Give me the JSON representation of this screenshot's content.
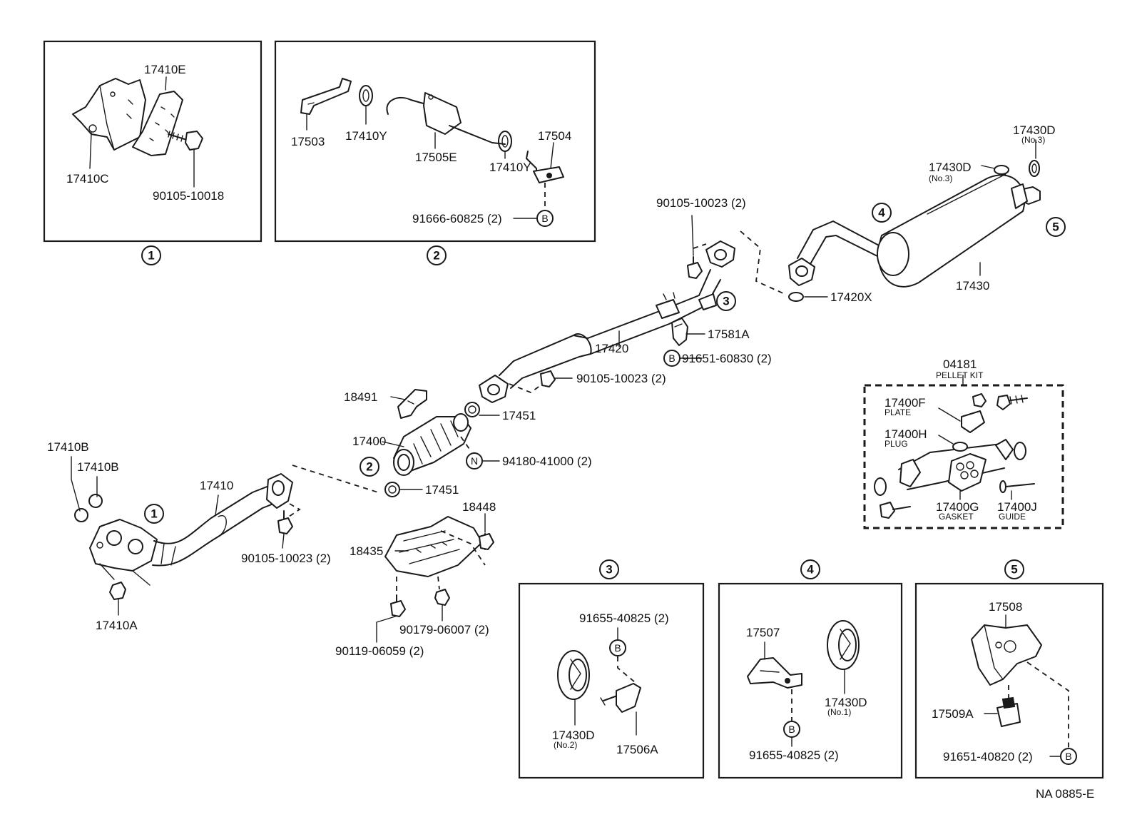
{
  "callouts": {
    "c1": "1",
    "c2": "2",
    "c3": "3",
    "c4": "4",
    "c5": "5",
    "b": "B",
    "n": "N"
  },
  "box1": {
    "p17410E": "17410E",
    "p17410C": "17410C",
    "p90105_10018": "90105-10018"
  },
  "box2": {
    "p17503": "17503",
    "p17410Y_a": "17410Y",
    "p17505E": "17505E",
    "p17504": "17504",
    "p17410Y_b": "17410Y",
    "p91666": "91666-60825 (2)"
  },
  "main": {
    "p17410B_a": "17410B",
    "p17410B_b": "17410B",
    "p17410": "17410",
    "p17410A": "17410A",
    "p90105_10023_a": "90105-10023 (2)",
    "p18491": "18491",
    "p17400": "17400",
    "p17451_a": "17451",
    "p17451_b": "17451",
    "p94180": "94180-41000 (2)",
    "p18448": "18448",
    "p18435": "18435",
    "p90179": "90179-06007 (2)",
    "p90119": "90119-06059 (2)",
    "p90105_10023_b": "90105-10023 (2)",
    "p17420": "17420",
    "p90105_10023_c": "90105-10023 (2)",
    "p17581A": "17581A",
    "p91651_60830": "91651-60830 (2)",
    "p17420X": "17420X",
    "p17430": "17430",
    "p17430D_a": "17430D",
    "p17430D_a_no": "(No.3)",
    "p17430D_b": "17430D",
    "p17430D_b_no": "(No.3)"
  },
  "kit": {
    "p04181": "04181",
    "title": "PELLET KIT",
    "p17400F": "17400F",
    "p17400F_name": "PLATE",
    "p17400H": "17400H",
    "p17400H_name": "PLUG",
    "p17400G": "17400G",
    "p17400G_name": "GASKET",
    "p17400J": "17400J",
    "p17400J_name": "GUIDE"
  },
  "box3": {
    "p91655": "91655-40825 (2)",
    "p17430D": "17430D",
    "p17430D_no": "(No.2)",
    "p17506A": "17506A"
  },
  "box4": {
    "p17507": "17507",
    "p17430D": "17430D",
    "p17430D_no": "(No.1)",
    "p91655": "91655-40825 (2)"
  },
  "box5": {
    "p17508": "17508",
    "p17509A": "17509A",
    "p91651": "91651-40820 (2)"
  },
  "footer": {
    "code": "NA 0885-E"
  }
}
